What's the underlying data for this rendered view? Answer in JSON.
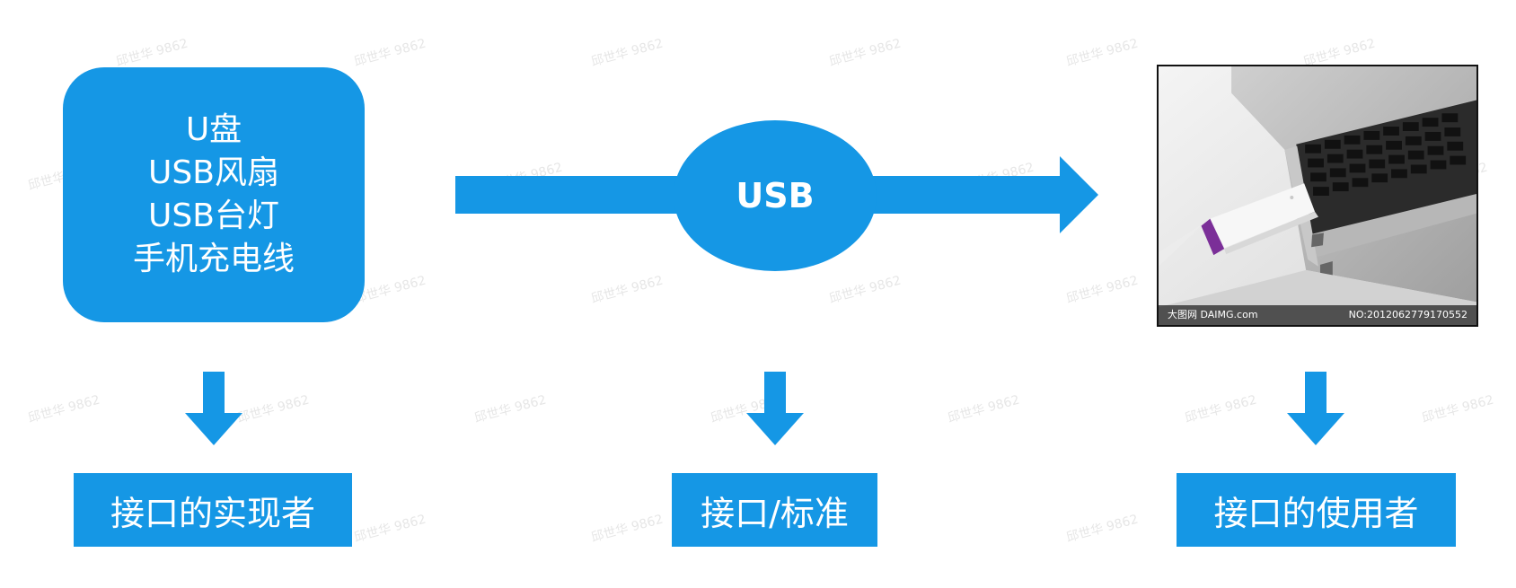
{
  "colors": {
    "accent_blue": "#1597e5",
    "white": "#ffffff",
    "photo_frame": "#111111"
  },
  "implementers": {
    "lines": [
      "U盘",
      "USB风扇",
      "USB台灯",
      "手机充电线"
    ]
  },
  "interface_center": {
    "label": "USB"
  },
  "photo": {
    "caption_left": "大图网 DAIMG.com",
    "caption_right": "NO:2012062779170552"
  },
  "bottom_labels": {
    "implementer": "接口的实现者",
    "standard": "接口/标准",
    "user": "接口的使用者"
  },
  "watermark_text": "邱世华 9862"
}
